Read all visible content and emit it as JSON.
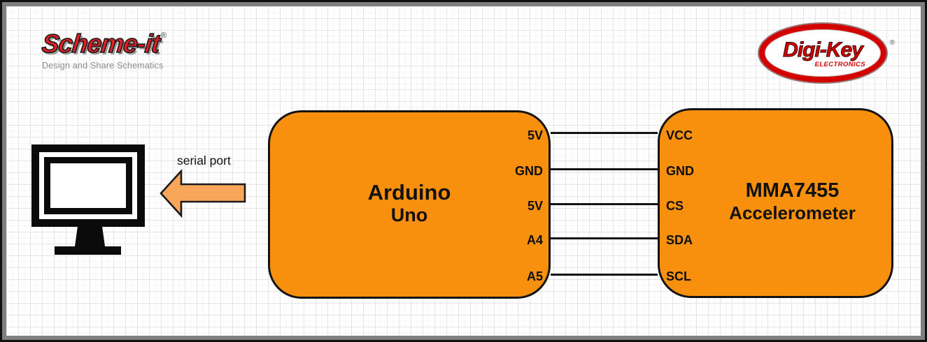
{
  "header": {
    "schemeit_logo": {
      "title": "Scheme-it",
      "registered": "®",
      "tagline": "Design and Share Schematics"
    },
    "digikey_logo": {
      "title": "Digi-Key",
      "subtitle": "ELECTRONICS",
      "registered": "®"
    }
  },
  "diagram": {
    "serial_port_label": "serial port",
    "blocks": [
      {
        "id": "arduino-uno",
        "title": "Arduino",
        "subtitle": "Uno",
        "pin_side": "right",
        "pins": [
          "5V",
          "GND",
          "5V",
          "A4",
          "A5"
        ]
      },
      {
        "id": "mma7455-accelerometer",
        "title": "MMA7455",
        "subtitle": "Accelerometer",
        "pin_side": "left",
        "pins": [
          "VCC",
          "GND",
          "CS",
          "SDA",
          "SCL"
        ]
      }
    ],
    "connections": [
      {
        "from": "Arduino 5V",
        "to": "MMA7455 VCC"
      },
      {
        "from": "Arduino GND",
        "to": "MMA7455 GND"
      },
      {
        "from": "Arduino 5V",
        "to": "MMA7455 CS"
      },
      {
        "from": "Arduino A4",
        "to": "MMA7455 SDA"
      },
      {
        "from": "Arduino A5",
        "to": "MMA7455 SCL"
      }
    ],
    "colors": {
      "block_fill": "#F8900D",
      "arrow_fill": "#F7A65A",
      "wire": "#141414",
      "schemeit_red": "#E31E25",
      "digikey_red": "#D40000",
      "frame_gray": "#7F7F7F"
    }
  }
}
